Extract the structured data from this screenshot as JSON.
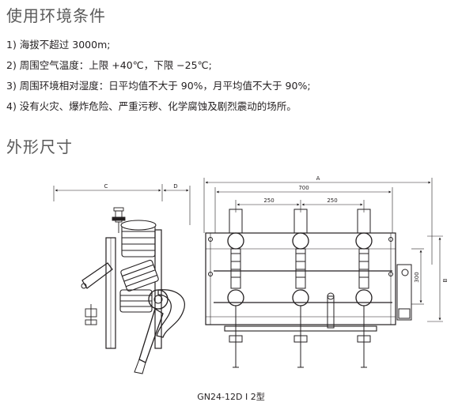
{
  "section1": {
    "title": "使用环境条件"
  },
  "conditions": [
    "1) 海拔不超过 3000m;",
    "2) 周围空气温度：上限 +40℃，下限 −25℃;",
    "3) 周围环境相对湿度：日平均值不大于 90%，月平均值不大于 90%;",
    "4) 没有火灾、爆炸危险、严重污秽、化学腐蚀及剧烈震动的场所。"
  ],
  "section2": {
    "title": "外形尺寸"
  },
  "dimensions": {
    "c": "C",
    "d": "D",
    "a": "A",
    "overall_width": "700",
    "spacing_left": "250",
    "spacing_right": "250",
    "height_300": "300",
    "b": "B"
  },
  "caption": "GN24-12D I 2型"
}
